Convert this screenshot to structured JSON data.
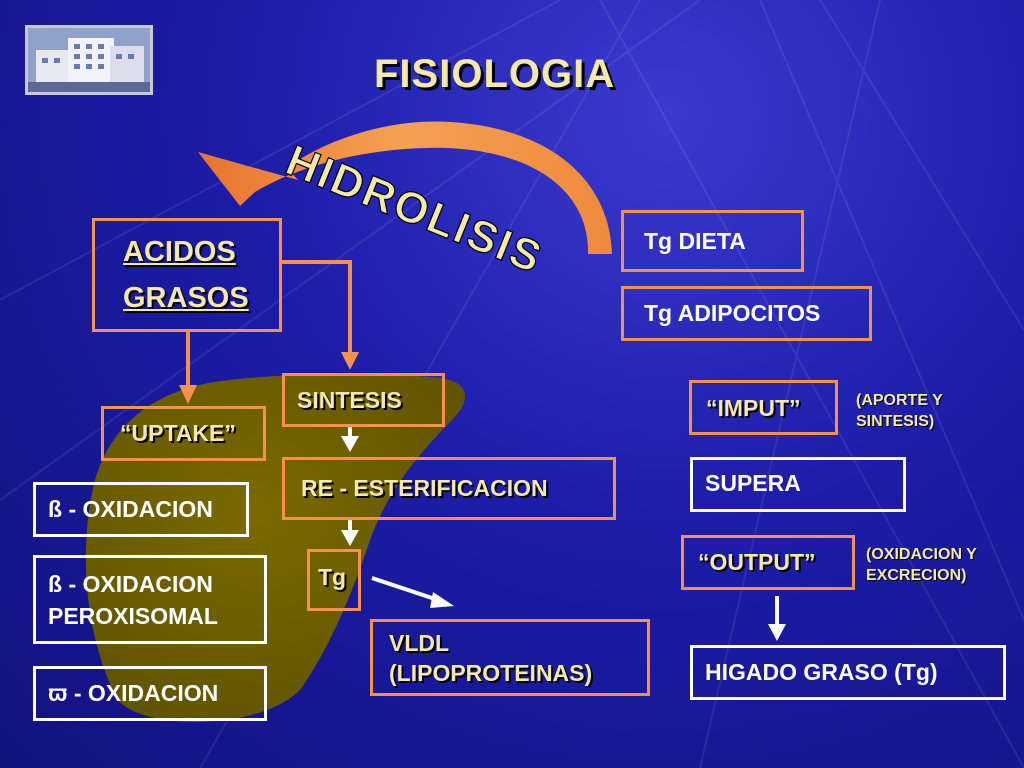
{
  "title": "FISIOLOGIA",
  "hidrolisis": "HIDROLISIS",
  "colors": {
    "background": "#1c1ca8",
    "orange": "#f5914d",
    "liver": "#6e6000",
    "text_yellow": "#f5e9a8",
    "white": "#ffffff"
  },
  "nodes": {
    "acidos_grasos": [
      "ACIDOS",
      "GRASOS"
    ],
    "tg_dieta": "Tg DIETA",
    "tg_adipocitos": "Tg ADIPOCITOS",
    "sintesis": "SINTESIS",
    "uptake": "“UPTAKE”",
    "re_esterificacion": "RE - ESTERIFICACION",
    "tg": "Tg",
    "vldl": [
      "VLDL",
      "(LIPOPROTEINAS)"
    ],
    "beta_oxidacion": "ß - OXIDACION",
    "beta_oxidacion_peroxisomal": [
      "ß - OXIDACION",
      "PEROXISOMAL"
    ],
    "omega_oxidacion": "ϖ - OXIDACION",
    "imput": "“IMPUT”",
    "imput_note": [
      "(APORTE Y",
      "SINTESIS)"
    ],
    "supera": "SUPERA",
    "output": "“OUTPUT”",
    "output_note": [
      "(OXIDACION Y",
      "EXCRECION)"
    ],
    "higado_graso": "HIGADO GRASO (Tg)"
  }
}
